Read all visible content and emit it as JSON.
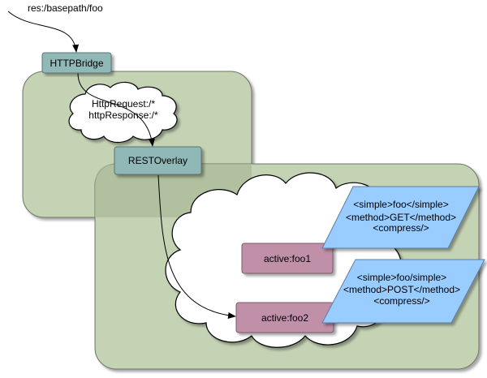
{
  "diagram": {
    "input_label": "res:/basepath/foo",
    "nodes": {
      "httpbridge": "HTTPBridge",
      "restoverlay": "RESTOverlay",
      "active_foo1": "active:foo1",
      "active_foo2": "active:foo2"
    },
    "cloud_small": {
      "line1": "HttpRequest:/*",
      "line2": "httpResponse:/*"
    },
    "note1": {
      "line1": "<simple>foo</simple>",
      "line2": "<method>GET</method>",
      "line3": "<compress/>"
    },
    "note2": {
      "line1": "<simple>foo/simple>",
      "line2": "<method>POST</method>",
      "line3": "<compress/>"
    },
    "colors": {
      "space_fill": "#c5d3b5",
      "node_teal": "#8fb8b6",
      "node_mauve": "#c090a8",
      "note_blue": "#99ccff",
      "cloud_fill": "#ffffff"
    }
  }
}
